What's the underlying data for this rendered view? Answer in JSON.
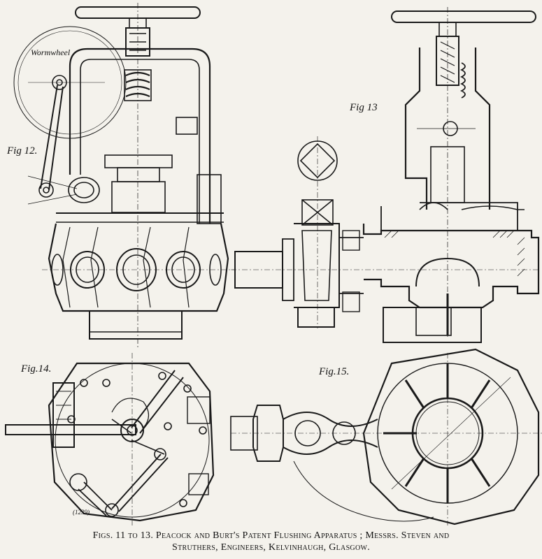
{
  "labels": {
    "wormwheel": "Wormwheel",
    "fig12": "Fig 12.",
    "fig13": "Fig 13",
    "fig14": "Fig.14.",
    "fig15": "Fig.15.",
    "ref_number": "(1239)"
  },
  "caption": {
    "line1": "Figs. 11 to 13.  Peacock and Burt's Patent Flushing Apparatus ; Messrs. Steven and",
    "line2": "Struthers, Engineers, Kelvinhaugh, Glasgow."
  }
}
